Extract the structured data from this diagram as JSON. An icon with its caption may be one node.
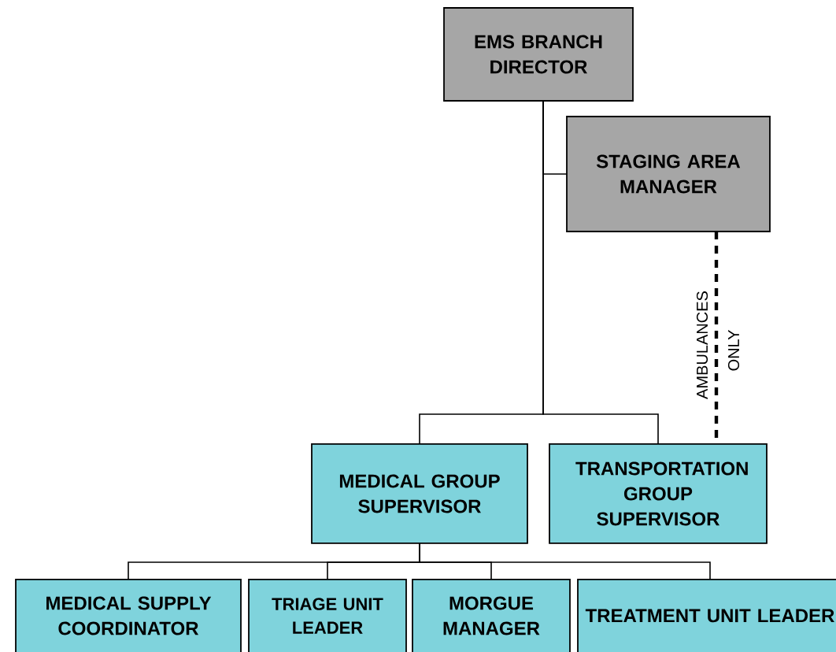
{
  "diagram": {
    "nodes": [
      {
        "text": [
          "EMS BRANCH DIRECTOR"
        ]
      },
      {
        "text": [
          "STAGING AREA MANAGER"
        ]
      },
      {
        "text": [
          "MEDICAL GROUP SUPERVISOR"
        ]
      },
      {
        "text": [
          "TRANSPORTATION GROUP SUPERVISOR"
        ]
      },
      {
        "text": [
          "MEDICAL SUPPLY COORDINATOR"
        ]
      },
      {
        "text": [
          "TRIAGE UNIT LEADER"
        ]
      },
      {
        "text": [
          "MORGUE MANAGER"
        ]
      },
      {
        "text": [
          "TREATMENT UNIT LEADER"
        ]
      }
    ],
    "edges": [
      {
        "from": 0,
        "to": 1,
        "arrow": "none"
      },
      {
        "from": 0,
        "to": 2,
        "arrow": "none"
      },
      {
        "from": 0,
        "to": 3,
        "arrow": "none"
      },
      {
        "from": 1,
        "to": 3,
        "arrow": "none",
        "label": "AMBULANCES ONLY",
        "style": "dashed"
      },
      {
        "from": 2,
        "to": 4,
        "arrow": "none"
      },
      {
        "from": 2,
        "to": 5,
        "arrow": "none"
      },
      {
        "from": 2,
        "to": 6,
        "arrow": "none"
      },
      {
        "from": 2,
        "to": 7,
        "arrow": "none"
      }
    ]
  }
}
